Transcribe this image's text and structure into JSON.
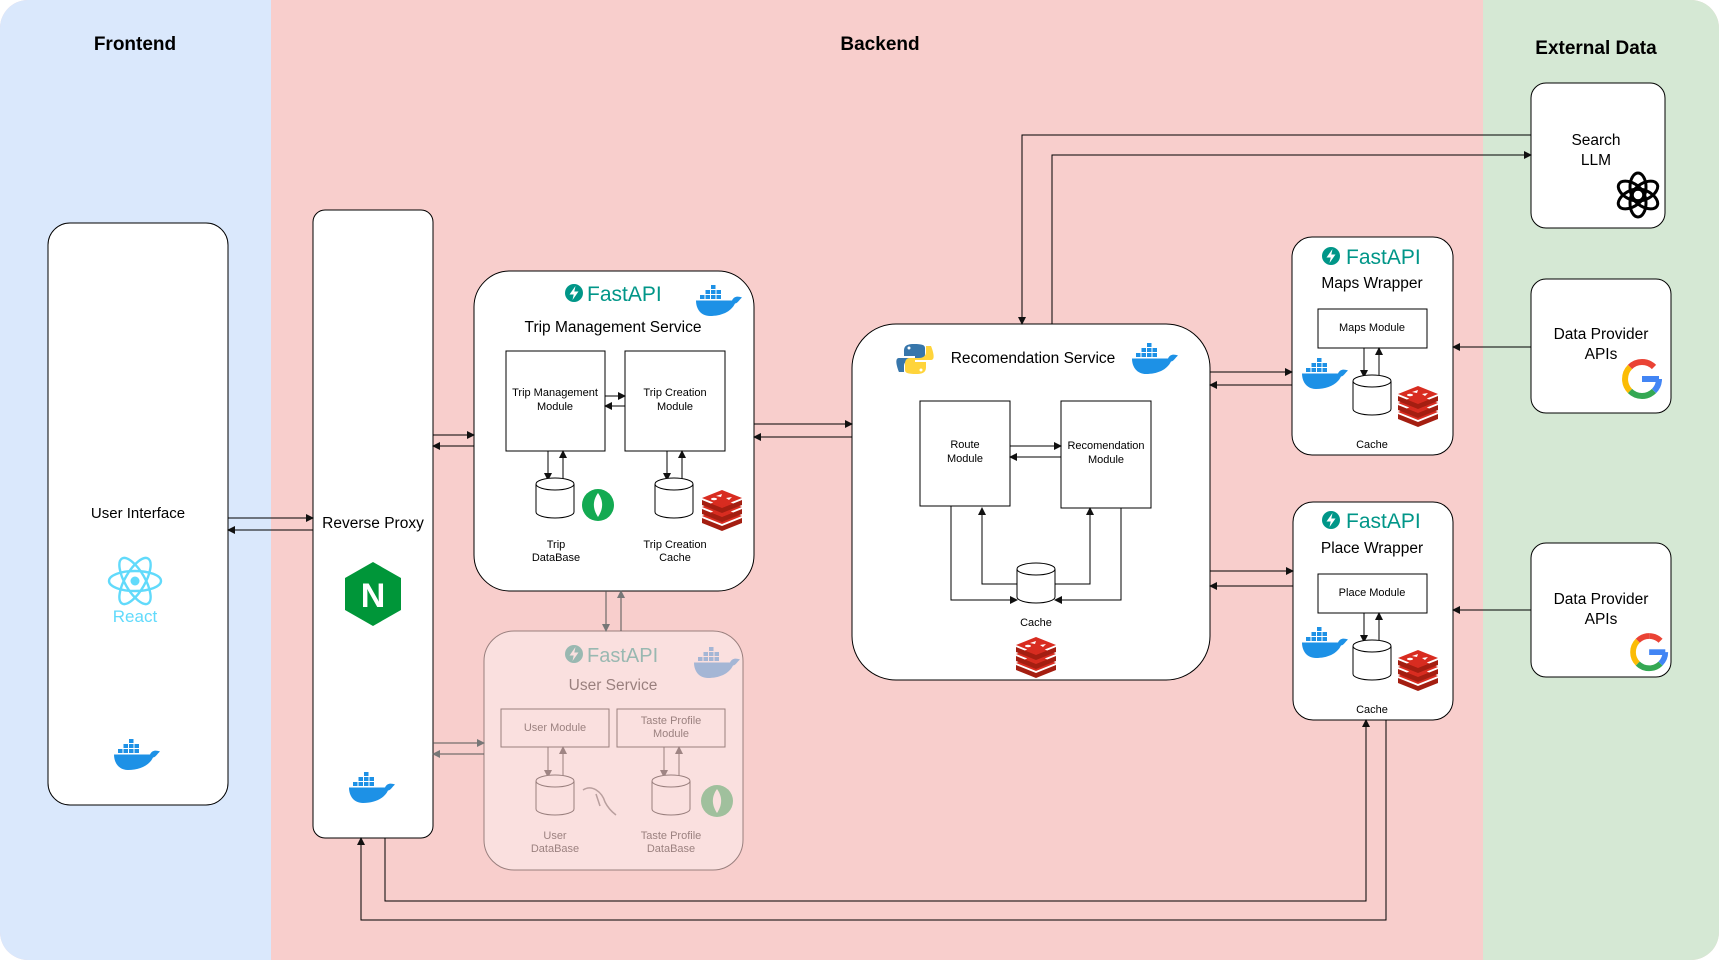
{
  "sections": {
    "frontend": "Frontend",
    "backend": "Backend",
    "external": "External Data"
  },
  "colors": {
    "frontend_bg": "#dae8fc",
    "backend_bg": "#f8cecc",
    "external_bg": "#d5e8d4",
    "fastapi": "#009688",
    "docker": "#1d91e6",
    "redis": "#d82c20",
    "mongo": "#13aa52",
    "nginx": "#009639",
    "react": "#61dafb"
  },
  "user_interface": {
    "label": "User Interface",
    "react_label": "React"
  },
  "reverse_proxy": {
    "label": "Reverse Proxy",
    "logo_letter": "N"
  },
  "trip_service": {
    "fastapi": "FastAPI",
    "title": "Trip Management Service",
    "module_a": [
      "Trip Management",
      "Module"
    ],
    "module_b": [
      "Trip Creation",
      "Module"
    ],
    "db_a": [
      "Trip",
      "DataBase"
    ],
    "db_b": [
      "Trip Creation",
      "Cache"
    ]
  },
  "user_service": {
    "fastapi": "FastAPI",
    "title": "User Service",
    "module_a": "User Module",
    "module_b": [
      "Taste Profile",
      "Module"
    ],
    "db_a": [
      "User",
      "DataBase"
    ],
    "db_b": [
      "Taste Profile",
      "DataBase"
    ]
  },
  "recommendation_service": {
    "title": "Recomendation Service",
    "route": [
      "Route",
      "Module"
    ],
    "reco": [
      "Recomendation",
      "Module"
    ],
    "cache": "Cache"
  },
  "maps_wrapper": {
    "fastapi": "FastAPI",
    "title": "Maps Wrapper",
    "module": "Maps Module",
    "cache": "Cache"
  },
  "place_wrapper": {
    "fastapi": "FastAPI",
    "title": "Place Wrapper",
    "module": "Place Module",
    "cache": "Cache"
  },
  "search_llm": [
    "Search",
    "LLM"
  ],
  "data_provider_1": [
    "Data Provider",
    "APIs"
  ],
  "data_provider_2": [
    "Data Provider",
    "APIs"
  ],
  "icons": [
    "react-icon",
    "docker-icon",
    "nginx-icon",
    "fastapi-icon",
    "python-icon",
    "redis-icon",
    "mongodb-icon",
    "mysql-icon",
    "openai-icon",
    "google-icon"
  ]
}
